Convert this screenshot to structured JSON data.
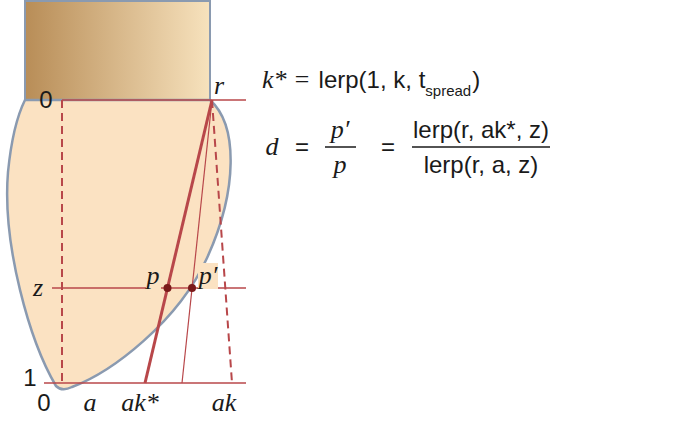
{
  "diagram": {
    "labels": [
      "0",
      "r",
      "z",
      "p",
      "p′",
      "1",
      "0",
      "a",
      "ak*",
      "ak",
      "k* =",
      "lerp(1, k, t",
      "spread",
      ")",
      "d",
      "=",
      "p′",
      "p",
      "=",
      "lerp(r, ak*, z)",
      "lerp(r, a, z)"
    ]
  }
}
